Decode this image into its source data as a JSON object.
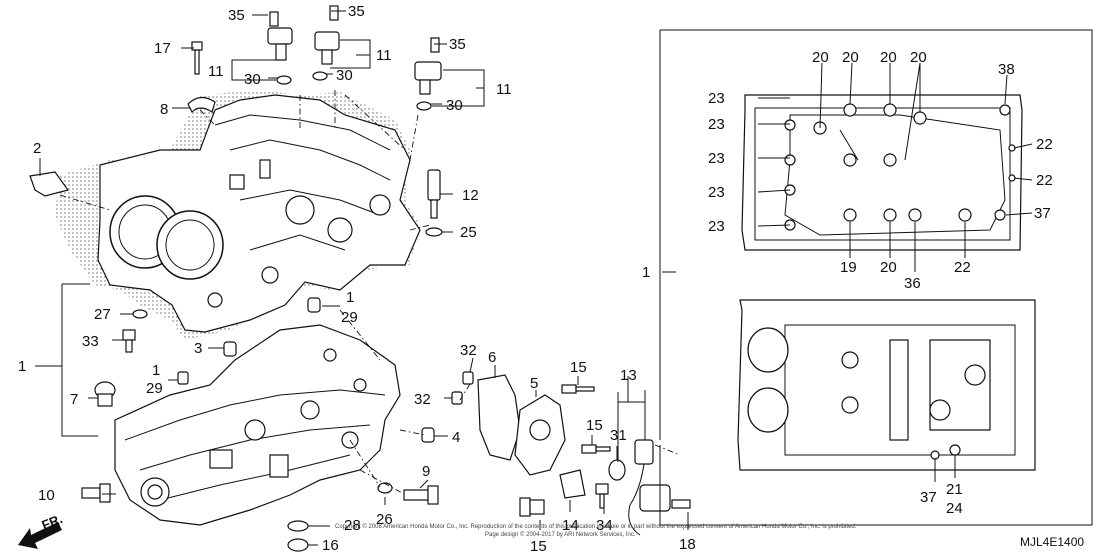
{
  "diagram": {
    "diagram_code": "MJL4E1400",
    "front_marker": "FR.",
    "copyright_line_1": "Copyright © 2008 American Honda Motor Co., Inc. Reproduction of the contents of this publication in whole or in part without the expressed consent of American Honda Motor Co., Inc. is prohibited.",
    "copyright_line_2": "Page design © 2004-2017 by ARI Network Services, Inc.",
    "callouts": {
      "c35a": "35",
      "c35b": "35",
      "c35c": "35",
      "c17": "17",
      "c11a": "11",
      "c11b": "11",
      "c11c": "11",
      "c30a": "30",
      "c30b": "30",
      "c30c": "30",
      "c8": "8",
      "c2": "2",
      "c12": "12",
      "c25": "25",
      "c1a": "1",
      "c29a": "29",
      "c27": "27",
      "c33": "33",
      "c1b": "1",
      "c3": "3",
      "c1c": "1",
      "c29b": "29",
      "c7": "7",
      "c32a": "32",
      "c32b": "32",
      "c6": "6",
      "c5": "5",
      "c15a": "15",
      "c15b": "15",
      "c15c": "15",
      "c13": "13",
      "c31": "31",
      "c4": "4",
      "c9": "9",
      "c10": "10",
      "c26": "26",
      "c28": "28",
      "c16": "16",
      "c14": "14",
      "c34": "34",
      "c18": "18",
      "c1d": "1",
      "c20a": "20",
      "c20b": "20",
      "c20c": "20",
      "c20d": "20",
      "c20e": "20",
      "c38": "38",
      "c23a": "23",
      "c23b": "23",
      "c23c": "23",
      "c23d": "23",
      "c23e": "23",
      "c22a": "22",
      "c22b": "22",
      "c22c": "22",
      "c37a": "37",
      "c19": "19",
      "c36": "36",
      "c37b": "37",
      "c21": "21",
      "c24": "24"
    }
  }
}
